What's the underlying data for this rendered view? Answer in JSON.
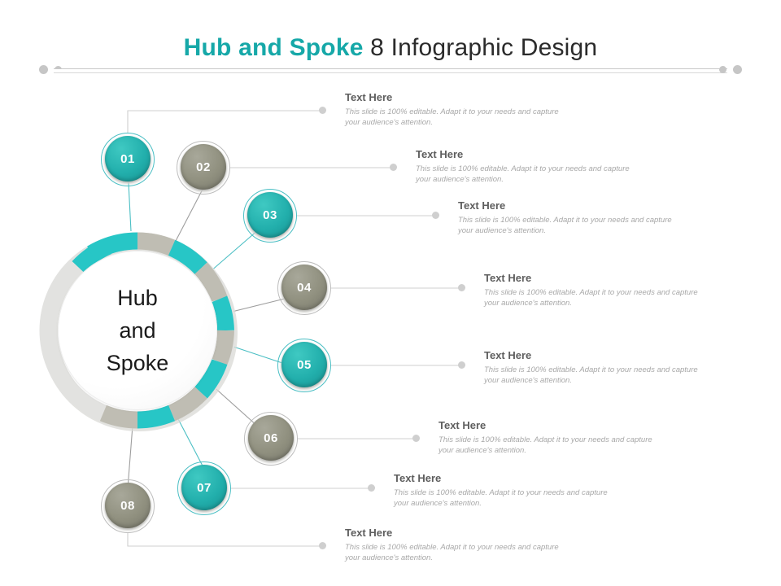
{
  "header": {
    "title_accent": "Hub and Spoke",
    "title_plain": " 8 Infographic Design"
  },
  "hub": {
    "label": "Hub\nand\nSpoke",
    "ring_teal": "#27C6C6",
    "ring_gray": "#BFBDB3",
    "ring_plain": "#E2E2E0"
  },
  "colors": {
    "accent": "#16A8A8",
    "node_teal": "#22AFAC",
    "node_gray": "#90907F",
    "title_plain": "#2B2B2B",
    "body_text": "#A8A8A8",
    "heading_text": "#5E5E5E",
    "connector": "#C9C9C9",
    "connector_teal": "#4BBFC4"
  },
  "nodes": [
    {
      "number": "01",
      "color": "teal"
    },
    {
      "number": "02",
      "color": "gray"
    },
    {
      "number": "03",
      "color": "teal"
    },
    {
      "number": "04",
      "color": "gray"
    },
    {
      "number": "05",
      "color": "teal"
    },
    {
      "number": "06",
      "color": "gray"
    },
    {
      "number": "07",
      "color": "teal"
    },
    {
      "number": "08",
      "color": "gray"
    }
  ],
  "text_blocks": [
    {
      "title": "Text Here",
      "body": "This slide is 100% editable. Adapt it to your needs and capture your audience's attention."
    },
    {
      "title": "Text Here",
      "body": "This slide is 100% editable. Adapt it to your needs and capture your audience's attention."
    },
    {
      "title": "Text Here",
      "body": "This slide is 100% editable. Adapt it to your needs and capture your audience's attention."
    },
    {
      "title": "Text Here",
      "body": "This slide is 100% editable. Adapt it to your needs and capture your audience's attention."
    },
    {
      "title": "Text Here",
      "body": "This slide is 100% editable. Adapt it to your needs and capture your audience's attention."
    },
    {
      "title": "Text Here",
      "body": "This slide is 100% editable. Adapt it to your needs and capture your audience's attention."
    },
    {
      "title": "Text Here",
      "body": "This slide is 100% editable. Adapt it to your needs and capture your audience's attention."
    },
    {
      "title": "Text Here",
      "body": "This slide is 100% editable. Adapt it to your needs and capture your audience's attention."
    }
  ]
}
